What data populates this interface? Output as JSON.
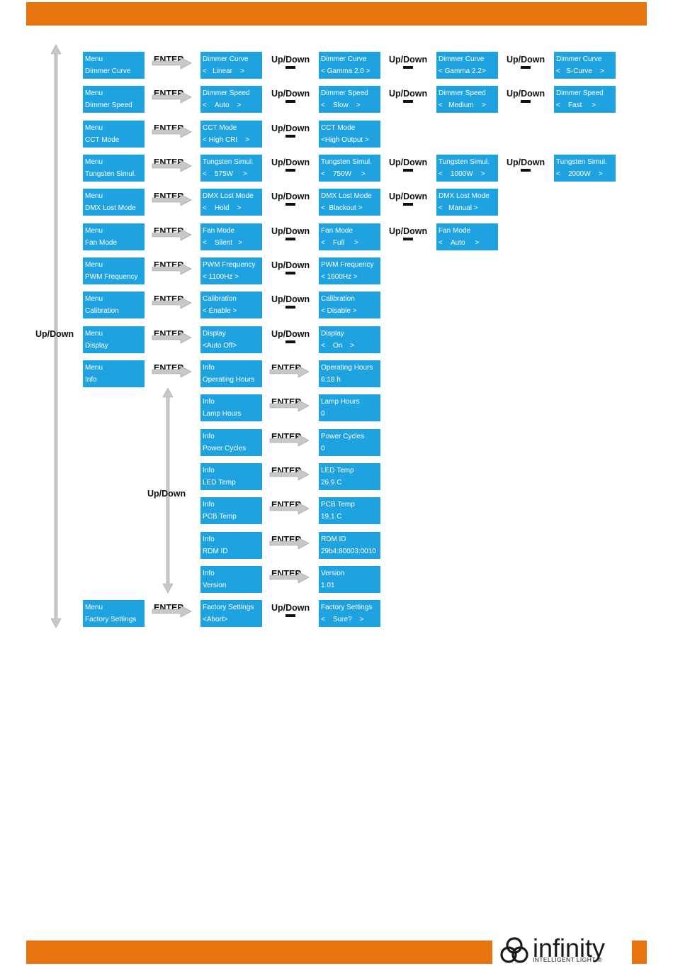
{
  "colors": {
    "accent": "#e8740f",
    "box": "#1fa3e0",
    "arrow": "#c8c8c8",
    "text_dark": "#111111"
  },
  "labels": {
    "enter": "ENTER",
    "updown": "Up/Down"
  },
  "left_label": "Up/Down",
  "info_label": "Up/Down",
  "rows": [
    {
      "menu": [
        "Menu",
        "Dimmer Curve"
      ],
      "options": [
        [
          "Dimmer Curve",
          "<   Linear    >"
        ],
        [
          "Dimmer Curve",
          "< Gamma 2.0 >"
        ],
        [
          "Dimmer Curve",
          "< Gamma 2.2>"
        ],
        [
          "Dimmer Curve",
          "<   S-Curve    >"
        ]
      ]
    },
    {
      "menu": [
        "Menu",
        "Dimmer Speed"
      ],
      "options": [
        [
          "Dimmer Speed",
          "<    Auto    >"
        ],
        [
          "Dimmer Speed",
          "<    Slow    >"
        ],
        [
          "Dimmer Speed",
          "<   Medium    >"
        ],
        [
          "Dimmer Speed",
          "<    Fast     >"
        ]
      ]
    },
    {
      "menu": [
        "Menu",
        "CCT Mode"
      ],
      "options": [
        [
          "CCT Mode",
          "< High CRI    >"
        ],
        [
          "CCT Mode",
          "<High Output >"
        ]
      ]
    },
    {
      "menu": [
        "Menu",
        "Tungsten Simul."
      ],
      "options": [
        [
          "Tungsten Simul.",
          "<    575W     >"
        ],
        [
          "Tungsten Simul.",
          "<    750W     >"
        ],
        [
          "Tungsten Simul.",
          "<    1000W    >"
        ],
        [
          "Tungsten Simul.",
          "<    2000W    >"
        ]
      ]
    },
    {
      "menu": [
        "Menu",
        "DMX Lost Mode"
      ],
      "options": [
        [
          "DMX Lost Mode",
          "<    Hold    >"
        ],
        [
          "DMX Lost Mode",
          "<  Blackout >"
        ],
        [
          "DMX Lost Mode",
          "<   Manual >"
        ]
      ]
    },
    {
      "menu": [
        "Menu",
        "Fan Mode"
      ],
      "options": [
        [
          "Fan Mode",
          "<    Silent   >"
        ],
        [
          "Fan Mode",
          "<    Full     >"
        ],
        [
          "Fan Mode",
          "<    Auto     >"
        ]
      ]
    },
    {
      "menu": [
        "Menu",
        "PWM Frequency"
      ],
      "options": [
        [
          "PWM Frequency",
          "< 1100Hz >"
        ],
        [
          "PWM Frequency",
          "< 1600Hz >"
        ]
      ]
    },
    {
      "menu": [
        "Menu",
        "Calibration"
      ],
      "options": [
        [
          "Calibration",
          "< Enable >"
        ],
        [
          "Calibration",
          "< Disable >"
        ]
      ]
    },
    {
      "menu": [
        "Menu",
        "Display"
      ],
      "options": [
        [
          "Display",
          "<Auto Off>"
        ],
        [
          "Display",
          "<    On    >"
        ]
      ]
    },
    {
      "menu": [
        "Menu",
        "Info"
      ],
      "options": []
    }
  ],
  "info_items": [
    {
      "label": [
        "Info",
        "Operating Hours"
      ],
      "value": [
        "Operating Hours",
        "6:18 h"
      ]
    },
    {
      "label": [
        "Info",
        "Lamp Hours"
      ],
      "value": [
        "Lamp Hours",
        "0"
      ]
    },
    {
      "label": [
        "Info",
        "Power Cycles"
      ],
      "value": [
        "Power Cycles",
        "0"
      ]
    },
    {
      "label": [
        "Info",
        "LED Temp"
      ],
      "value": [
        "LED Temp",
        "26.9 C"
      ]
    },
    {
      "label": [
        "Info",
        "PCB Temp"
      ],
      "value": [
        "PCB Temp",
        "19.1 C"
      ]
    },
    {
      "label": [
        "Info",
        "RDM ID"
      ],
      "value": [
        "RDM ID",
        "29b4:80003:0010"
      ]
    },
    {
      "label": [
        "Info",
        "Version"
      ],
      "value": [
        "Version",
        "1.01"
      ]
    }
  ],
  "factory": {
    "menu": [
      "Menu",
      "Factory Settings"
    ],
    "options": [
      [
        "Factory Settings",
        "<Abort>"
      ],
      [
        "Factory Settings",
        "<    Sure?    >"
      ]
    ]
  },
  "logo": {
    "word": "infinity",
    "sub": "INTELLIGENT LIGHT ®"
  }
}
